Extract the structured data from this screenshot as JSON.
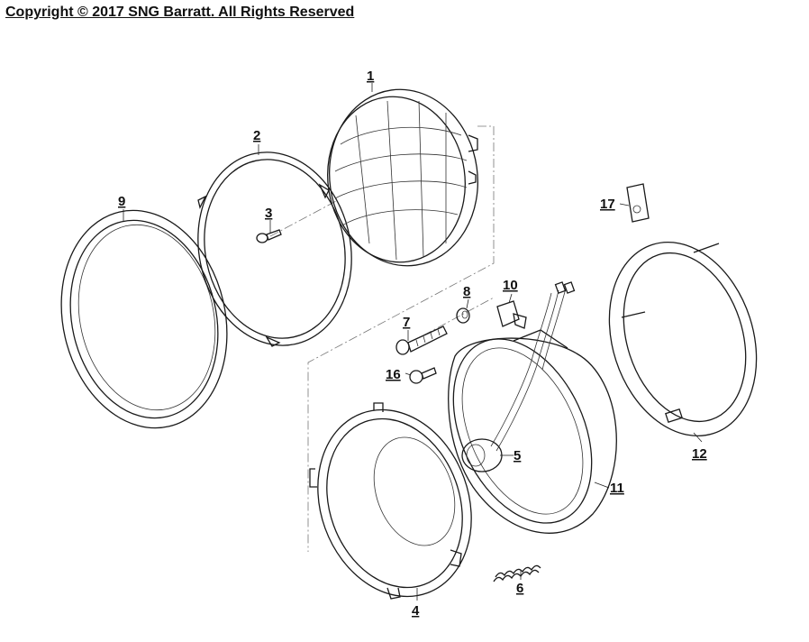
{
  "copyright": "Copyright © 2017 SNG Barratt. All Rights Reserved",
  "callouts": {
    "p1": "1",
    "p2": "2",
    "p3": "3",
    "p4": "4",
    "p5": "5",
    "p6": "6",
    "p7": "7",
    "p8": "8",
    "p9": "9",
    "p10": "10",
    "p11": "11",
    "p12": "12",
    "p16": "16",
    "p17": "17"
  }
}
